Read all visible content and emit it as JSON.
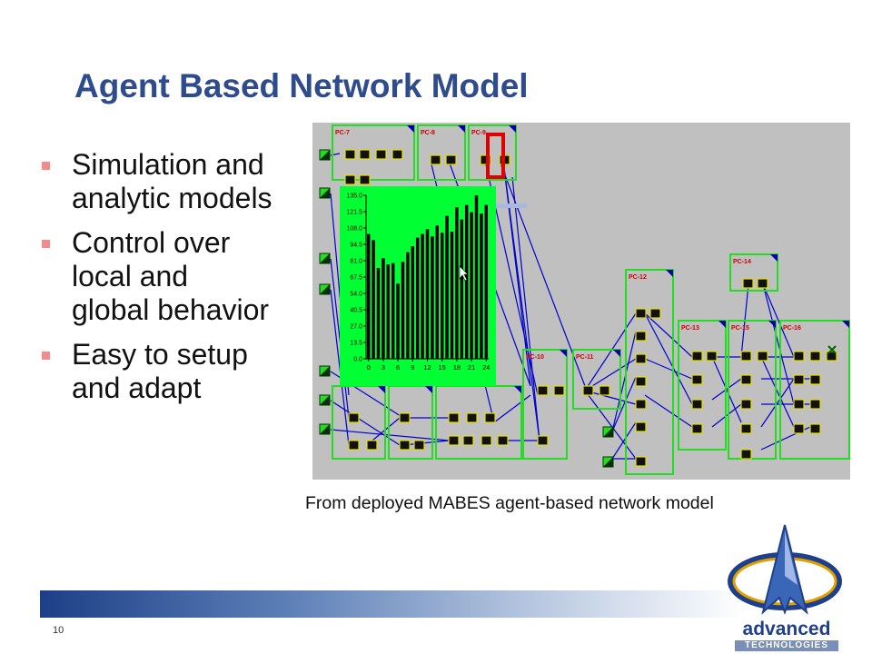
{
  "slide": {
    "title": "Agent Based Network Model",
    "bullets": [
      "Simulation and\nanalytic models",
      "Control over\nlocal and\nglobal behavior",
      "Easy to setup\nand adapt"
    ],
    "caption": "From deployed MABES agent-based network model",
    "page_number": "10"
  },
  "screenshot": {
    "pc_labels": [
      "PC-7",
      "PC-8",
      "PC-9",
      "PC-10",
      "PC-11",
      "PC-12",
      "PC-13",
      "PC-14",
      "PC-15",
      "PC-16"
    ]
  },
  "chart_data": {
    "type": "bar",
    "x_tick_labels": [
      "0",
      "3",
      "6",
      "9",
      "12",
      "15",
      "18",
      "21",
      "24"
    ],
    "y_tick_labels": [
      "135.0",
      "121.5",
      "108.0",
      "94.5",
      "81.0",
      "67.5",
      "54.0",
      "40.5",
      "27.0",
      "13.5",
      "0.0"
    ],
    "ylim": [
      0,
      135
    ],
    "values": [
      103,
      98,
      75,
      83,
      78,
      79,
      62,
      80,
      88,
      93,
      100,
      103,
      107,
      101,
      110,
      104,
      118,
      105,
      125,
      115,
      127,
      121,
      135,
      120,
      127
    ],
    "grid": false
  },
  "logo": {
    "word1": "advanced",
    "word2": "TECHNOLOGIES"
  },
  "colors": {
    "title": "#2e4b8d",
    "bullet_marker": "#f08c8c",
    "screenshot_bg": "#c0c0c0",
    "node_green": "#22dd22",
    "chart_bg": "#00ff33",
    "link_blue": "#0000cc",
    "highlight_red": "#e00000"
  }
}
